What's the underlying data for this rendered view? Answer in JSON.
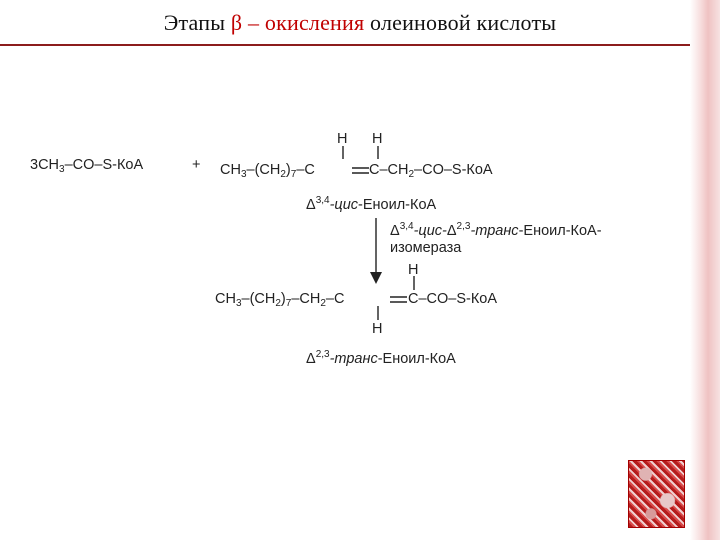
{
  "title": {
    "part1": "Этапы ",
    "part2": "β – окисления",
    "part3": " олеиновой кислоты"
  },
  "reaction": {
    "reactant1": "3CH",
    "reactant1_sub": "3",
    "reactant1_tail": "–CO–S-КоА",
    "plus": "+",
    "reactant2_a": "CH",
    "reactant2_a_sub": "3",
    "reactant2_b": "–(CH",
    "reactant2_b_sub": "2",
    "reactant2_c": ")",
    "reactant2_c_sub": "7",
    "reactant2_d": "–C",
    "reactant2_e": "C–CH",
    "reactant2_e_sub": "2",
    "reactant2_f": "–CO–S-КоА",
    "H_top_left": "H",
    "H_top_right": "H",
    "reactant2_label_delta": "Δ",
    "reactant2_label_sup": "3,4",
    "reactant2_label_italic": "-цис",
    "reactant2_label_rest": "-Еноил-КоА",
    "enzyme_line1_delta": "Δ",
    "enzyme_line1_sup1": "3,4",
    "enzyme_line1_italic1": "-цис-",
    "enzyme_line1_delta2": "Δ",
    "enzyme_line1_sup2": "2,3",
    "enzyme_line1_italic2": "-транс",
    "enzyme_line1_rest": "-Еноил-КоА-",
    "enzyme_line2": "изомераза",
    "product_a": "CH",
    "product_a_sub": "3",
    "product_b": "–(CH",
    "product_b_sub": "2",
    "product_c": ")",
    "product_c_sub": "7",
    "product_d": "–CH",
    "product_d_sub": "2",
    "product_e": "–C",
    "product_f": "C–CO–S-КоА",
    "H_product_top": "H",
    "H_product_bottom": "H",
    "product_label_delta": "Δ",
    "product_label_sup": "2,3",
    "product_label_italic": "-транс",
    "product_label_rest": "-Еноил-КоА"
  }
}
